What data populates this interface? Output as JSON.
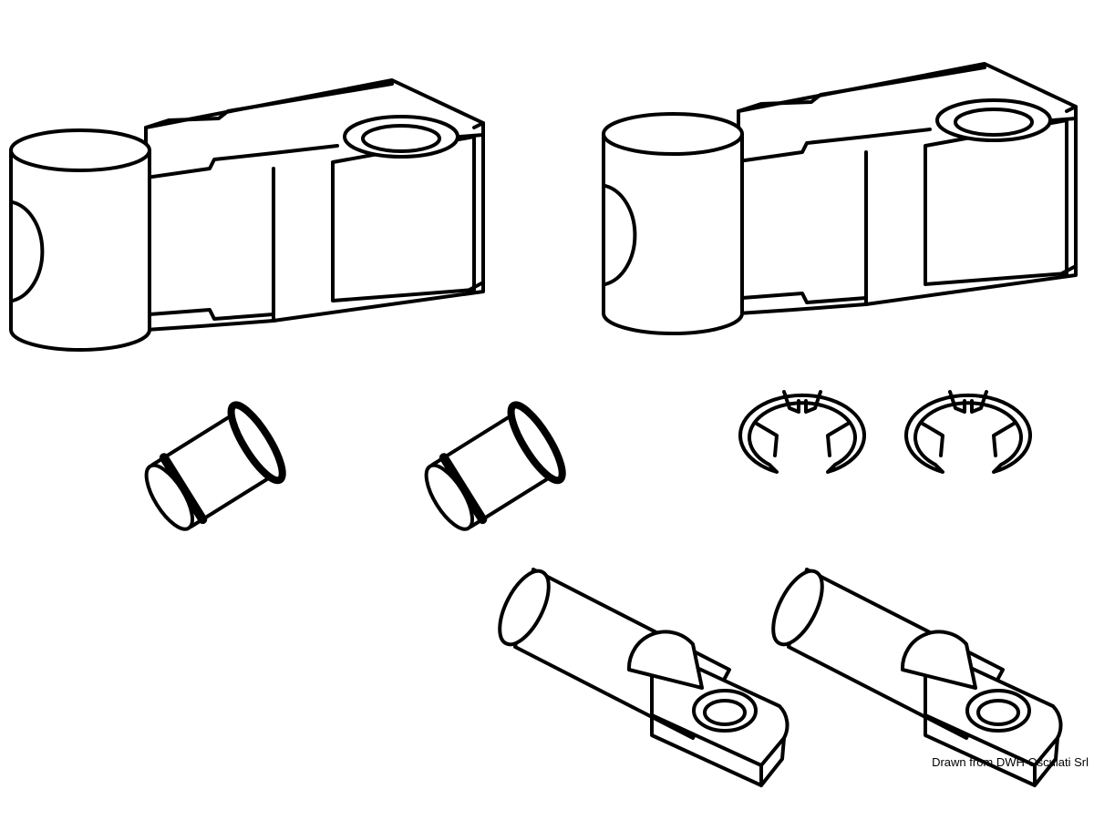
{
  "credit": "Drawn from DWH Osculati Srl",
  "parts": [
    {
      "name": "clamp-body",
      "count": 2
    },
    {
      "name": "pin",
      "count": 2
    },
    {
      "name": "e-clip",
      "count": 2
    },
    {
      "name": "cable-lug",
      "count": 2
    }
  ]
}
